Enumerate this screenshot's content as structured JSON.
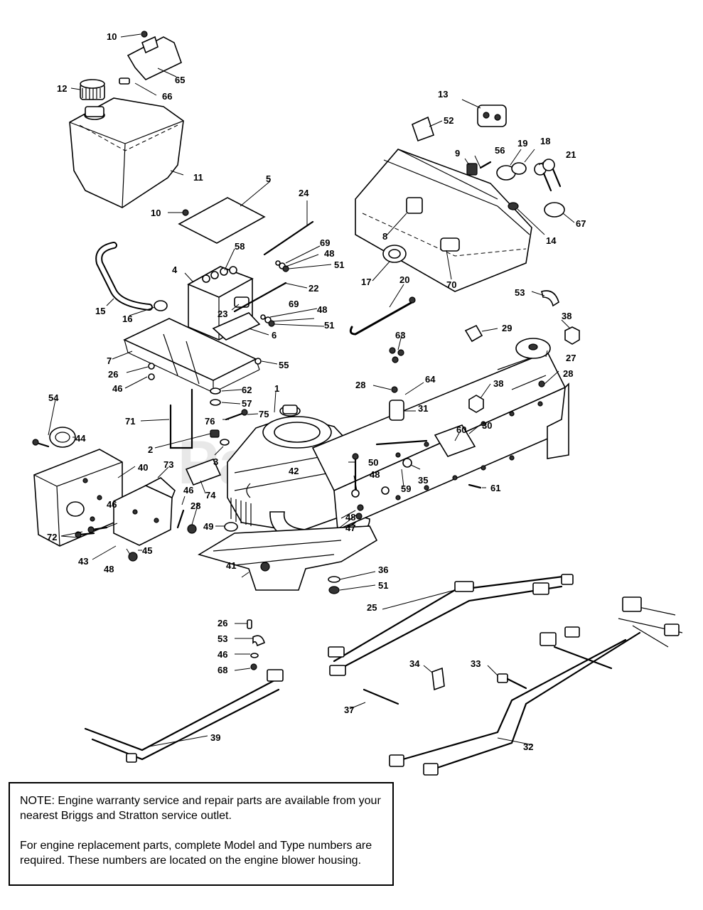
{
  "watermark": "PartsTree",
  "labels": [
    {
      "id": "lbl-10a",
      "text": "10"
    },
    {
      "id": "lbl-65",
      "text": "65"
    },
    {
      "id": "lbl-12",
      "text": "12"
    },
    {
      "id": "lbl-66",
      "text": "66"
    },
    {
      "id": "lbl-11",
      "text": "11"
    },
    {
      "id": "lbl-10b",
      "text": "10"
    },
    {
      "id": "lbl-5",
      "text": "5"
    },
    {
      "id": "lbl-24",
      "text": "24"
    },
    {
      "id": "lbl-58",
      "text": "58"
    },
    {
      "id": "lbl-69a",
      "text": "69"
    },
    {
      "id": "lbl-48a",
      "text": "48"
    },
    {
      "id": "lbl-51a",
      "text": "51"
    },
    {
      "id": "lbl-4",
      "text": "4"
    },
    {
      "id": "lbl-22",
      "text": "22"
    },
    {
      "id": "lbl-15",
      "text": "15"
    },
    {
      "id": "lbl-16",
      "text": "16"
    },
    {
      "id": "lbl-23",
      "text": "23"
    },
    {
      "id": "lbl-69b",
      "text": "69"
    },
    {
      "id": "lbl-48b",
      "text": "48"
    },
    {
      "id": "lbl-51b",
      "text": "51"
    },
    {
      "id": "lbl-6",
      "text": "6"
    },
    {
      "id": "lbl-7",
      "text": "7"
    },
    {
      "id": "lbl-26a",
      "text": "26"
    },
    {
      "id": "lbl-46a",
      "text": "46"
    },
    {
      "id": "lbl-55",
      "text": "55"
    },
    {
      "id": "lbl-62",
      "text": "62"
    },
    {
      "id": "lbl-57",
      "text": "57"
    },
    {
      "id": "lbl-1",
      "text": "1"
    },
    {
      "id": "lbl-54",
      "text": "54"
    },
    {
      "id": "lbl-71",
      "text": "71"
    },
    {
      "id": "lbl-76",
      "text": "76"
    },
    {
      "id": "lbl-75",
      "text": "75"
    },
    {
      "id": "lbl-44",
      "text": "44"
    },
    {
      "id": "lbl-2",
      "text": "2"
    },
    {
      "id": "lbl-3",
      "text": "3"
    },
    {
      "id": "lbl-40",
      "text": "40"
    },
    {
      "id": "lbl-73",
      "text": "73"
    },
    {
      "id": "lbl-74",
      "text": "74"
    },
    {
      "id": "lbl-46b",
      "text": "46"
    },
    {
      "id": "lbl-46c",
      "text": "46"
    },
    {
      "id": "lbl-28a",
      "text": "28"
    },
    {
      "id": "lbl-72",
      "text": "72"
    },
    {
      "id": "lbl-49",
      "text": "49"
    },
    {
      "id": "lbl-43",
      "text": "43"
    },
    {
      "id": "lbl-48c",
      "text": "48"
    },
    {
      "id": "lbl-45",
      "text": "45"
    },
    {
      "id": "lbl-41",
      "text": "41"
    },
    {
      "id": "lbl-42",
      "text": "42"
    },
    {
      "id": "lbl-50",
      "text": "50"
    },
    {
      "id": "lbl-48d",
      "text": "48"
    },
    {
      "id": "lbl-48e",
      "text": "48"
    },
    {
      "id": "lbl-47",
      "text": "47"
    },
    {
      "id": "lbl-36",
      "text": "36"
    },
    {
      "id": "lbl-51c",
      "text": "51"
    },
    {
      "id": "lbl-13",
      "text": "13"
    },
    {
      "id": "lbl-52",
      "text": "52"
    },
    {
      "id": "lbl-9",
      "text": "9"
    },
    {
      "id": "lbl-56",
      "text": "56"
    },
    {
      "id": "lbl-19",
      "text": "19"
    },
    {
      "id": "lbl-18",
      "text": "18"
    },
    {
      "id": "lbl-21",
      "text": "21"
    },
    {
      "id": "lbl-67",
      "text": "67"
    },
    {
      "id": "lbl-14",
      "text": "14"
    },
    {
      "id": "lbl-8",
      "text": "8"
    },
    {
      "id": "lbl-17",
      "text": "17"
    },
    {
      "id": "lbl-70",
      "text": "70"
    },
    {
      "id": "lbl-20",
      "text": "20"
    },
    {
      "id": "lbl-53a",
      "text": "53"
    },
    {
      "id": "lbl-38a",
      "text": "38"
    },
    {
      "id": "lbl-29",
      "text": "29"
    },
    {
      "id": "lbl-63",
      "text": "63"
    },
    {
      "id": "lbl-27",
      "text": "27"
    },
    {
      "id": "lbl-28b",
      "text": "28"
    },
    {
      "id": "lbl-28c",
      "text": "28"
    },
    {
      "id": "lbl-64",
      "text": "64"
    },
    {
      "id": "lbl-38b",
      "text": "38"
    },
    {
      "id": "lbl-31",
      "text": "31"
    },
    {
      "id": "lbl-30",
      "text": "30"
    },
    {
      "id": "lbl-60",
      "text": "60"
    },
    {
      "id": "lbl-35",
      "text": "35"
    },
    {
      "id": "lbl-59",
      "text": "59"
    },
    {
      "id": "lbl-61",
      "text": "61"
    },
    {
      "id": "lbl-25",
      "text": "25"
    },
    {
      "id": "lbl-26b",
      "text": "26"
    },
    {
      "id": "lbl-53b",
      "text": "53"
    },
    {
      "id": "lbl-46d",
      "text": "46"
    },
    {
      "id": "lbl-68",
      "text": "68"
    },
    {
      "id": "lbl-34",
      "text": "34"
    },
    {
      "id": "lbl-33",
      "text": "33"
    },
    {
      "id": "lbl-37",
      "text": "37"
    },
    {
      "id": "lbl-39",
      "text": "39"
    },
    {
      "id": "lbl-32",
      "text": "32"
    }
  ],
  "note": {
    "line1": "NOTE: Engine warranty service and repair parts are available from your nearest Briggs and Stratton service outlet.",
    "line2": "For engine replacement parts, complete Model and Type numbers are required. These numbers are located on the engine blower housing."
  }
}
